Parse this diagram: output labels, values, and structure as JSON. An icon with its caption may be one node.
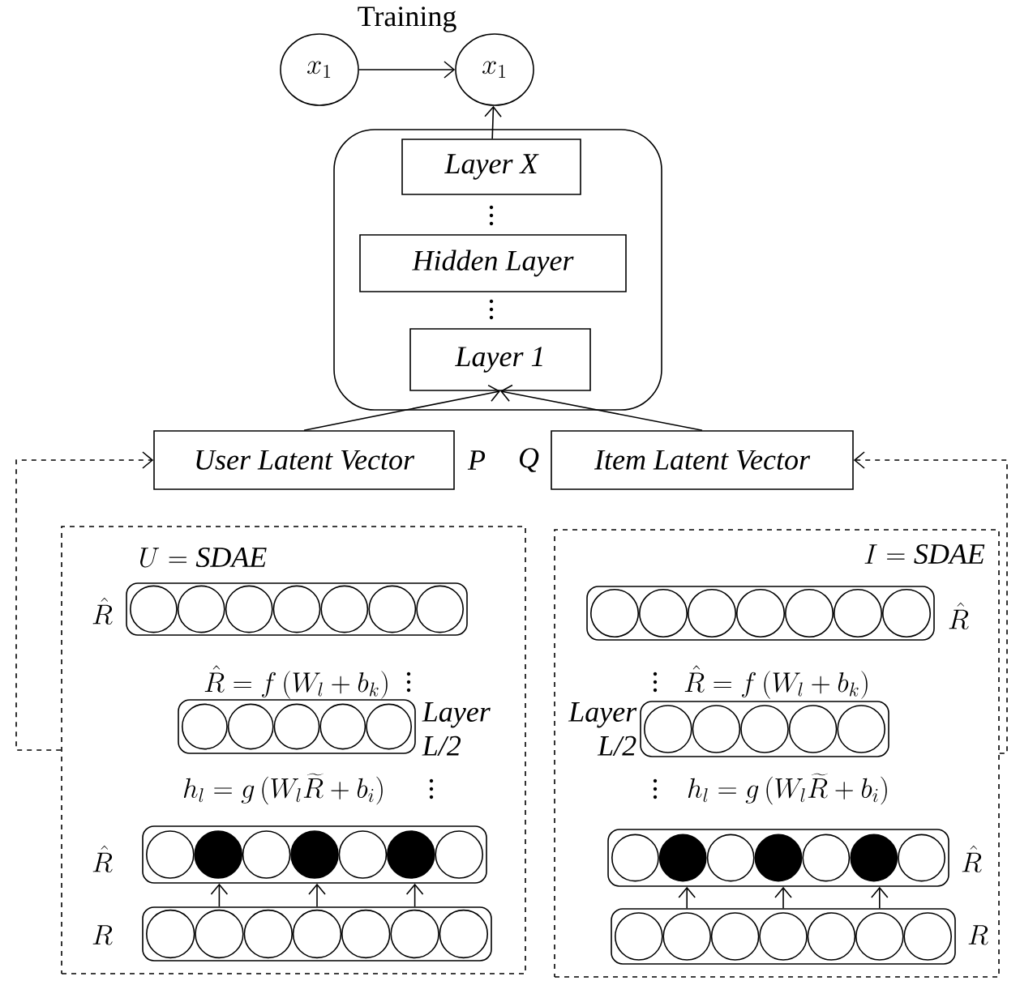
{
  "diagram": {
    "nodes": [
      {
        "text": [
          "x_1"
        ]
      },
      {
        "text": [
          "x_1"
        ]
      },
      {
        "text": [],
        "shape": "box"
      },
      {
        "text": [
          "Layer X"
        ],
        "in": 2
      },
      {
        "text": [
          "Hidden Layer"
        ],
        "in": 2
      },
      {
        "text": [
          "Layer 1"
        ],
        "in": 2
      },
      {
        "text": [
          "User Latent Vector"
        ],
        "beside": [
          "P"
        ]
      },
      {
        "text": [
          "Item Latent Vector"
        ],
        "beside": [
          "Q"
        ]
      },
      {
        "text": [
          "U = \\mathit{SDAE}"
        ]
      },
      {
        "text": [],
        "shape": "box",
        "in": 8,
        "beside": [
          "\\hat{R}"
        ]
      },
      {
        "text": [],
        "shape": "box",
        "in": 8,
        "beside": [
          "Layer L/2"
        ]
      },
      {
        "text": [],
        "shape": "box",
        "in": 8,
        "beside": [
          "\\hat{R}"
        ]
      },
      {
        "text": [],
        "shape": "box",
        "in": 8,
        "beside": [
          "R"
        ]
      },
      {
        "text": [
          "I = \\mathit{SDAE}"
        ]
      },
      {
        "text": [],
        "shape": "box",
        "in": 13,
        "beside": [
          "\\hat{R}"
        ]
      },
      {
        "text": [],
        "shape": "box",
        "in": 13,
        "beside": [
          "Layer L/2"
        ]
      },
      {
        "text": [],
        "shape": "box",
        "in": 13,
        "beside": [
          "\\hat{R}"
        ]
      },
      {
        "text": [],
        "shape": "box",
        "in": 13,
        "beside": [
          "R"
        ]
      }
    ],
    "edges": [
      {
        "from": 0,
        "to": 1,
        "arrow": "to"
      },
      {
        "from": 3,
        "to": 1,
        "arrow": "to"
      },
      {
        "from": 6,
        "to": 5,
        "arrow": "to"
      },
      {
        "from": 7,
        "to": 5,
        "arrow": "to"
      },
      {
        "from": 8,
        "to": 6,
        "arrow": "to",
        "style": "dashed"
      },
      {
        "from": 13,
        "to": 7,
        "arrow": "to",
        "style": "dashed"
      },
      {
        "from": 12,
        "to": 11,
        "arrow": "to"
      },
      {
        "from": 12,
        "to": 11,
        "arrow": "to"
      },
      {
        "from": 12,
        "to": 11,
        "arrow": "to"
      },
      {
        "from": 17,
        "to": 16,
        "arrow": "to"
      },
      {
        "from": 17,
        "to": 16,
        "arrow": "to"
      },
      {
        "from": 17,
        "to": 16,
        "arrow": "to"
      }
    ],
    "labels": [
      "Training",
      "\\hat{R} = f\\,(W_l + b_k)",
      "h_l = g\\,(W_l\\widetilde{R} + b_i)",
      "\\hat{R} = f\\,(W_l + b_k)",
      "h_l = g\\,(W_l\\widetilde{R} + b_i)"
    ]
  }
}
